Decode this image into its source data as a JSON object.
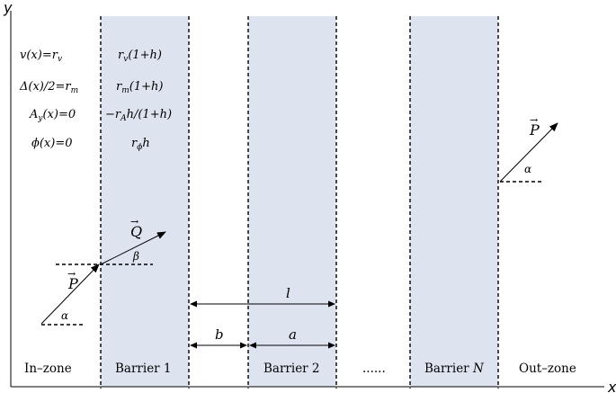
{
  "axes": {
    "x_label": "x",
    "y_label": "y"
  },
  "zones": {
    "in": "In–zone",
    "barrier1": "Barrier 1",
    "barrier2": "Barrier 2",
    "ellipsis": "......",
    "barrierN_prefix": "Barrier ",
    "barrierN_var": "N",
    "out": "Out–zone"
  },
  "equations_left": {
    "v": "v(x)=r",
    "v_sub": "v",
    "delta": "Δ(x)/2=r",
    "delta_sub": "m",
    "ay": "A",
    "ay_sub": "y",
    "ay_rest": "(x)=0",
    "phi": "ϕ(x)=0"
  },
  "equations_barrier": {
    "v_r": "r",
    "v_sub": "v",
    "v_rest": "(1+h)",
    "d_r": "r",
    "d_sub": "m",
    "d_rest": "(1+h)",
    "a_pre": "−r",
    "a_sub": "A",
    "a_rest": "h/(1+h)",
    "p_r": "r",
    "p_sub": "ϕ",
    "p_rest": "h"
  },
  "vectors": {
    "P_in": "P",
    "Q": "Q",
    "P_out": "P",
    "arrow_mark": "→",
    "alpha": "α",
    "beta": "β"
  },
  "dimensions": {
    "l": "l",
    "b": "b",
    "a": "a"
  }
}
